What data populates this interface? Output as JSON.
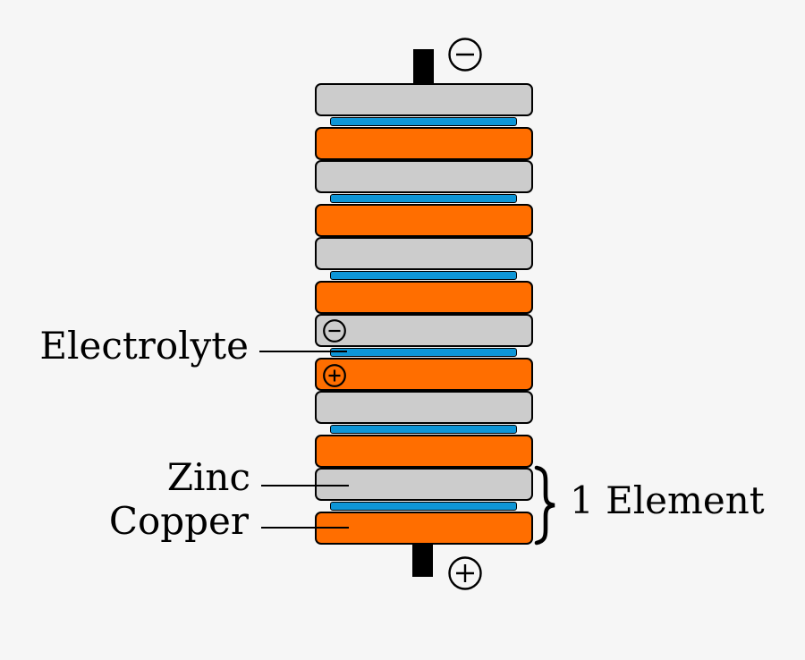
{
  "diagram": {
    "type": "voltaic-pile",
    "colors": {
      "background": "#f6f6f6",
      "zinc": "#cccccc",
      "copper": "#ff6e00",
      "electrolyte": "#0e96d7",
      "terminal": "#000000",
      "outline": "#000000",
      "text": "#000000"
    },
    "stack": {
      "element_count": 6,
      "layer_order": [
        "zinc",
        "electrolyte",
        "copper"
      ],
      "marked_element_index": 3
    },
    "labels": {
      "electrolyte": "Electrolyte",
      "zinc": "Zinc",
      "copper": "Copper",
      "element": "1 Element"
    },
    "symbols": {
      "top_terminal": "−",
      "bottom_terminal": "+",
      "cell_negative": "−",
      "cell_positive": "+"
    }
  }
}
